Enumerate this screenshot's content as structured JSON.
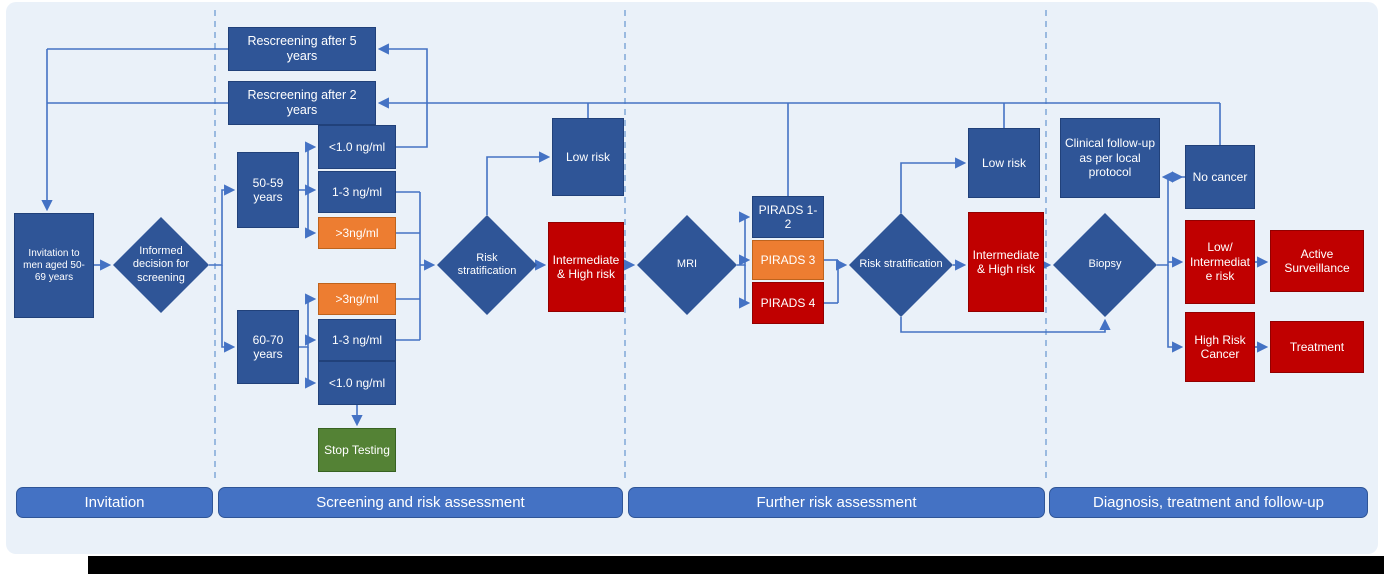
{
  "colors": {
    "node_blue": "#2F5597",
    "node_orange": "#ED7D31",
    "node_red": "#C00000",
    "node_green": "#548235",
    "band_blue": "#4472C4",
    "arrow_blue": "#4472C4",
    "background": "#EAF1F9"
  },
  "nodes": {
    "invitation": {
      "label": "Invitation to men aged 50-69 years"
    },
    "informed_decision": {
      "label": "Informed decision for screening"
    },
    "rescreen_5": {
      "label": "Rescreening after 5 years"
    },
    "rescreen_2": {
      "label": "Rescreening after 2 years"
    },
    "age_50_59": {
      "label": "50-59 years"
    },
    "age_60_70": {
      "label": "60-70 years"
    },
    "psa_low_50": {
      "label": "<1.0 ng/ml"
    },
    "psa_mid_50": {
      "label": "1-3 ng/ml"
    },
    "psa_high_50": {
      "label": ">3ng/ml"
    },
    "psa_high_60": {
      "label": ">3ng/ml"
    },
    "psa_mid_60": {
      "label": "1-3 ng/ml"
    },
    "psa_low_60": {
      "label": "<1.0 ng/ml"
    },
    "stop_testing": {
      "label": "Stop Testing"
    },
    "risk_strat_1": {
      "label": "Risk stratification"
    },
    "low_risk_1": {
      "label": "Low risk"
    },
    "inter_high_1": {
      "label": "Intermediate & High risk"
    },
    "mri": {
      "label": "MRI"
    },
    "pirads_12": {
      "label": "PIRADS 1-2"
    },
    "pirads_3": {
      "label": "PIRADS 3"
    },
    "pirads_4": {
      "label": "PIRADS 4"
    },
    "risk_strat_2": {
      "label": "Risk stratification"
    },
    "low_risk_2": {
      "label": "Low risk"
    },
    "inter_high_2": {
      "label": "Intermediate & High risk"
    },
    "biopsy": {
      "label": "Biopsy"
    },
    "clinical_followup": {
      "label": "Clinical follow-up as per local protocol"
    },
    "no_cancer": {
      "label": "No cancer"
    },
    "low_inter_risk": {
      "label": "Low/ Intermediate risk"
    },
    "high_risk_cancer": {
      "label": "High Risk Cancer"
    },
    "active_surveillance": {
      "label": "Active Surveillance"
    },
    "treatment": {
      "label": "Treatment"
    }
  },
  "edges": [
    {
      "from": "invitation",
      "to": "informed_decision"
    },
    {
      "from": "informed_decision",
      "to": "age_50_59"
    },
    {
      "from": "informed_decision",
      "to": "age_60_70"
    },
    {
      "from": "age_50_59",
      "to": "psa_low_50"
    },
    {
      "from": "age_50_59",
      "to": "psa_mid_50"
    },
    {
      "from": "age_50_59",
      "to": "psa_high_50"
    },
    {
      "from": "age_60_70",
      "to": "psa_high_60"
    },
    {
      "from": "age_60_70",
      "to": "psa_mid_60"
    },
    {
      "from": "age_60_70",
      "to": "psa_low_60"
    },
    {
      "from": "psa_low_50",
      "to": "rescreen_5"
    },
    {
      "from": "psa_low_60",
      "to": "stop_testing"
    },
    {
      "from": "psa_mid_50",
      "to": "risk_strat_1"
    },
    {
      "from": "psa_high_50",
      "to": "risk_strat_1"
    },
    {
      "from": "psa_high_60",
      "to": "risk_strat_1"
    },
    {
      "from": "psa_mid_60",
      "to": "risk_strat_1"
    },
    {
      "from": "risk_strat_1",
      "to": "low_risk_1"
    },
    {
      "from": "risk_strat_1",
      "to": "inter_high_1"
    },
    {
      "from": "low_risk_1",
      "to": "rescreen_2"
    },
    {
      "from": "inter_high_1",
      "to": "mri"
    },
    {
      "from": "mri",
      "to": "pirads_12"
    },
    {
      "from": "mri",
      "to": "pirads_3"
    },
    {
      "from": "mri",
      "to": "pirads_4"
    },
    {
      "from": "pirads_12",
      "to": "rescreen_2"
    },
    {
      "from": "pirads_3",
      "to": "risk_strat_2"
    },
    {
      "from": "pirads_4",
      "to": "risk_strat_2"
    },
    {
      "from": "risk_strat_2",
      "to": "low_risk_2"
    },
    {
      "from": "risk_strat_2",
      "to": "inter_high_2"
    },
    {
      "from": "risk_strat_2",
      "to": "biopsy"
    },
    {
      "from": "low_risk_2",
      "to": "rescreen_2"
    },
    {
      "from": "inter_high_2",
      "to": "biopsy"
    },
    {
      "from": "biopsy",
      "to": "no_cancer"
    },
    {
      "from": "biopsy",
      "to": "low_inter_risk"
    },
    {
      "from": "biopsy",
      "to": "high_risk_cancer"
    },
    {
      "from": "no_cancer",
      "to": "clinical_followup"
    },
    {
      "from": "no_cancer",
      "to": "rescreen_2"
    },
    {
      "from": "low_inter_risk",
      "to": "active_surveillance"
    },
    {
      "from": "high_risk_cancer",
      "to": "treatment"
    },
    {
      "from": "rescreen_5",
      "to": "invitation"
    },
    {
      "from": "rescreen_2",
      "to": "invitation"
    }
  ],
  "phases": [
    {
      "label": "Invitation"
    },
    {
      "label": "Screening and risk assessment"
    },
    {
      "label": "Further risk assessment"
    },
    {
      "label": "Diagnosis, treatment and follow-up"
    }
  ]
}
